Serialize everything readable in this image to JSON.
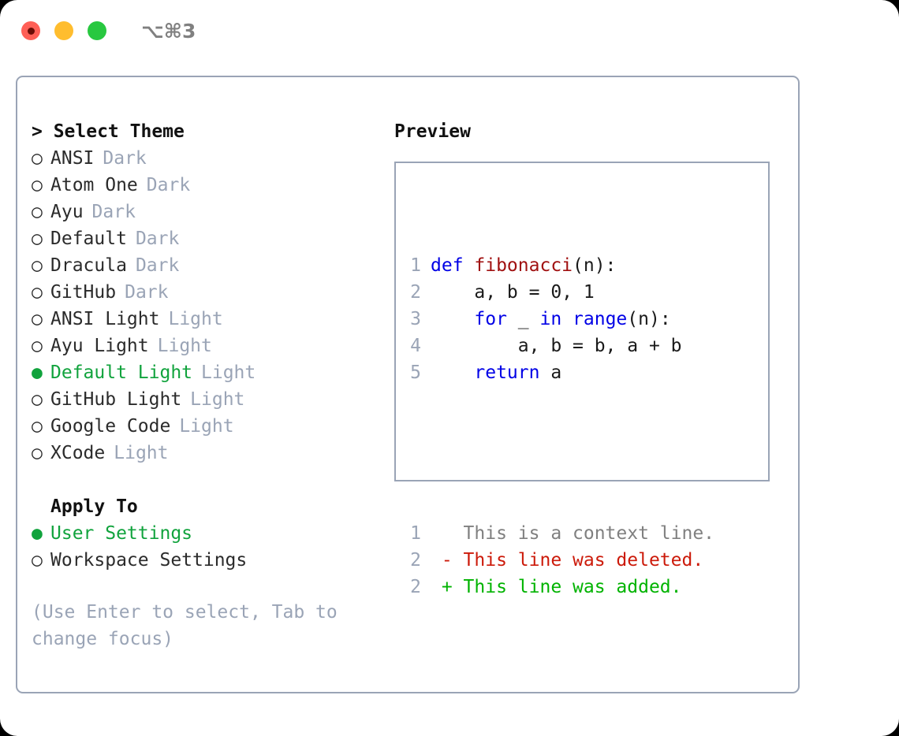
{
  "window": {
    "shortcut": "⌥⌘3",
    "traffic_lights": [
      {
        "name": "close",
        "color": "#ff5f56"
      },
      {
        "name": "minimize",
        "color": "#ffbd2e"
      },
      {
        "name": "maximize",
        "color": "#28c840"
      }
    ]
  },
  "colors": {
    "accent_green": "#11a33d",
    "muted": "#9aa4b6",
    "border": "#9aa4b6",
    "keyword_blue": "#0000e6",
    "function_red": "#a01010",
    "diff_delete": "#cc1a0a",
    "diff_add": "#00b300",
    "diff_context": "#808080"
  },
  "left": {
    "title": "> Select Theme",
    "themes": [
      {
        "marker": "○",
        "name": "ANSI",
        "variant": "Dark",
        "selected": false
      },
      {
        "marker": "○",
        "name": "Atom One",
        "variant": "Dark",
        "selected": false
      },
      {
        "marker": "○",
        "name": "Ayu",
        "variant": "Dark",
        "selected": false
      },
      {
        "marker": "○",
        "name": "Default",
        "variant": "Dark",
        "selected": false
      },
      {
        "marker": "○",
        "name": "Dracula",
        "variant": "Dark",
        "selected": false
      },
      {
        "marker": "○",
        "name": "GitHub",
        "variant": "Dark",
        "selected": false
      },
      {
        "marker": "○",
        "name": "ANSI Light",
        "variant": "Light",
        "selected": false
      },
      {
        "marker": "○",
        "name": "Ayu Light",
        "variant": "Light",
        "selected": false
      },
      {
        "marker": "●",
        "name": "Default Light",
        "variant": "Light",
        "selected": true
      },
      {
        "marker": "○",
        "name": "GitHub Light",
        "variant": "Light",
        "selected": false
      },
      {
        "marker": "○",
        "name": "Google Code",
        "variant": "Light",
        "selected": false
      },
      {
        "marker": "○",
        "name": "XCode",
        "variant": "Light",
        "selected": false
      }
    ],
    "apply_to": {
      "title": "Apply To",
      "options": [
        {
          "marker": "●",
          "label": "User Settings",
          "selected": true
        },
        {
          "marker": "○",
          "label": "Workspace Settings",
          "selected": false
        }
      ]
    },
    "hint": "(Use Enter to select, Tab to change focus)"
  },
  "right": {
    "title": "Preview",
    "code_lines": [
      {
        "number": "1",
        "tokens": [
          {
            "text": "def ",
            "style": "kw"
          },
          {
            "text": "fibonacci",
            "style": "fn"
          },
          {
            "text": "(n):",
            "style": "plain"
          }
        ]
      },
      {
        "number": "2",
        "tokens": [
          {
            "text": "    a, b = 0, 1",
            "style": "plain"
          }
        ]
      },
      {
        "number": "3",
        "tokens": [
          {
            "text": "    ",
            "style": "plain"
          },
          {
            "text": "for",
            "style": "kw"
          },
          {
            "text": " _ ",
            "style": "plain"
          },
          {
            "text": "in",
            "style": "kw"
          },
          {
            "text": " ",
            "style": "plain"
          },
          {
            "text": "range",
            "style": "kw"
          },
          {
            "text": "(n):",
            "style": "plain"
          }
        ]
      },
      {
        "number": "4",
        "tokens": [
          {
            "text": "        a, b = b, a + b",
            "style": "plain"
          }
        ]
      },
      {
        "number": "5",
        "tokens": [
          {
            "text": "    ",
            "style": "plain"
          },
          {
            "text": "return",
            "style": "kw"
          },
          {
            "text": " a",
            "style": "plain"
          }
        ]
      }
    ],
    "diff_lines": [
      {
        "number": "1",
        "text": "   This is a context line.",
        "kind": "diff-ctx"
      },
      {
        "number": "2",
        "text": " - This line was deleted.",
        "kind": "diff-del"
      },
      {
        "number": "2",
        "text": " + This line was added.",
        "kind": "diff-add"
      }
    ]
  }
}
